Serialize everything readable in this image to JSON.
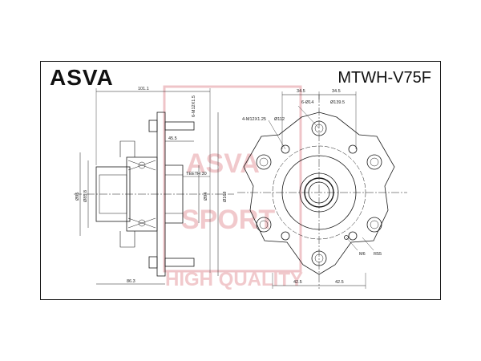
{
  "header": {
    "brand": "ASVA",
    "part_number": "MTWH-V75F"
  },
  "watermark": {
    "line1": "ASVA",
    "line2": "SPORT",
    "line3": "HIGH QUALITY",
    "color": "#e7a3a9"
  },
  "side_view": {
    "dims": {
      "overall_length": "101.1",
      "stud_thread": "6-M12X1.5",
      "stud_length": "45.5",
      "teeth": "TEETH 30",
      "bore_outer": "Ø95",
      "bore_inner": "Ø85.8",
      "pilot_dia": "Ø94",
      "flange_dia": "Ø169",
      "flange_offset": "86.3"
    }
  },
  "front_view": {
    "dims": {
      "offset_top_left": "34.5",
      "offset_top_right": "34.5",
      "hole_count": "6-Ø14",
      "pcd": "Ø139.5",
      "thread_holes": "4-M12X1.25",
      "pcd_small": "Ø112",
      "pin": "M6",
      "radius": "R55",
      "offset_bottom_left": "42.5",
      "offset_bottom_right": "42.5"
    }
  },
  "colors": {
    "line": "#1a1a1a",
    "watermark": "#e7a3a9"
  }
}
